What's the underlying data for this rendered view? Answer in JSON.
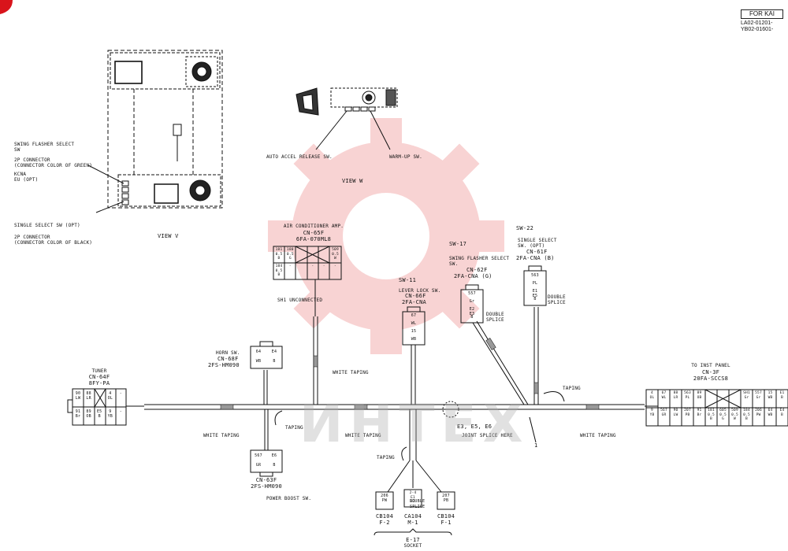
{
  "corner": {
    "box_label": "FOR KAI",
    "serial_1": "LA02-01201-",
    "serial_2": "YB02-01601-"
  },
  "view_v": {
    "title": "VIEW V",
    "swing_flasher": "SWING FLASHER SELECT\nSW",
    "connector_green": "2P CONNECTOR\n(CONNECTOR COLOR OF GREEN)",
    "kcna": "KCNA\nEU (OPT)",
    "single_select": "SINGLE SELECT SW (OPT)",
    "connector_black": "2P CONNECTOR\n(CONNECTOR COLOR OF BLACK)"
  },
  "view_w": {
    "title": "VIEW W",
    "auto_accel": "AUTO ACCEL RELEASE SW.",
    "warm_up": "WARM-UP SW."
  },
  "aircon": {
    "title": "AIR CONDITIONER AMP.",
    "cn": "CN-65F",
    "part": "6FA-070ML8",
    "sh1": "SH1 UNCONNECTED",
    "pins_top": [
      "181\n0.5\nB",
      "180\n0.5\nG",
      "",
      "",
      "",
      "509\n0.5\nW"
    ],
    "pins_bottom": [
      "184\n0.5\nB",
      "-",
      "",
      "-",
      "-",
      "-"
    ]
  },
  "sw17": {
    "id": "SW-17",
    "title": "SWING FLASHER SELECT\nSW.",
    "cn": "CN-62F",
    "part": "2FA-CNA (G)",
    "pins": [
      "557",
      "Gr",
      "E2\nE3",
      "B"
    ],
    "note": "DOUBLE\nSPLICE"
  },
  "sw22": {
    "id": "SW-22",
    "title": "SINGLE SELECT\nSW. (OPT)",
    "cn": "CN-61F",
    "part": "2FA-CNA (B)",
    "pins": [
      "563",
      "PL",
      "E1\nE5",
      "B"
    ],
    "note": "DOUBLE\nSPLICE"
  },
  "sw11": {
    "id": "SW-11",
    "title": "LEVER LOCK SW.",
    "cn": "CN-66F",
    "part": "2FA-CNA",
    "pins": [
      "67",
      "WL",
      "15",
      "WB"
    ]
  },
  "horn": {
    "title": "HORN SW.",
    "cn": "CN-68F",
    "part": "2FS-HM090",
    "pins": [
      "64",
      "WB",
      "E4",
      "B"
    ]
  },
  "power_boost": {
    "cn": "CN-63F",
    "part": "2FS-HM090",
    "title": "POWER BOOST SW.",
    "pins": [
      "567",
      "GR",
      "E6",
      "B"
    ]
  },
  "tuner": {
    "title": "TUNER",
    "cn": "CN-64F",
    "part": "8FY-PA",
    "pins_top": [
      "90\nLW",
      "88\nLR",
      "",
      "4\nOL",
      "-"
    ],
    "pins_bottom": [
      "91\nBr",
      "89\nOB",
      "E5\nB",
      "9\nYB",
      "-"
    ]
  },
  "inst_panel": {
    "title": "TO INST PANEL",
    "cn": "CN-3F",
    "part": "20FA-SCCS8",
    "pins_top": [
      "4\nOL",
      "67\nWL",
      "88\nLR",
      "563\nPL",
      "89\nOB",
      "",
      "",
      "",
      "SH1\nGr",
      "557\nGr",
      "15\nWB",
      "E1\nB"
    ],
    "pins_bottom": [
      "9\nYB",
      "567\nGR",
      "90\nLW",
      "207\nPB",
      "91\nBr",
      "181\n0.5\nB",
      "605\n0.5\nG",
      "509\n0.5\nW",
      "184\n0.5\nB",
      "206\nPW",
      "64\nWB",
      "E4\nB"
    ]
  },
  "bottom": {
    "taping": "TAPING",
    "c1_pins": [
      "206",
      "PW"
    ],
    "c2_pins": [
      "2-4",
      "E1\nE2"
    ],
    "c2_note": "DOUBLE\nSPLICE",
    "c3_pins": [
      "207",
      "PB"
    ],
    "c1_id": "CB104\nF-2",
    "c2_id": "CA104\nM-1",
    "c3_id": "CB104\nF-1",
    "e17": "E-17",
    "socket": "SOCKET"
  },
  "harness": {
    "white_taping": "WHITE TAPING",
    "taping": "TAPING",
    "splice": "E3, E5, E6",
    "joint": "JOINT SPLICE HERE",
    "marker": "1"
  },
  "watermark": "ИНТЕХ"
}
